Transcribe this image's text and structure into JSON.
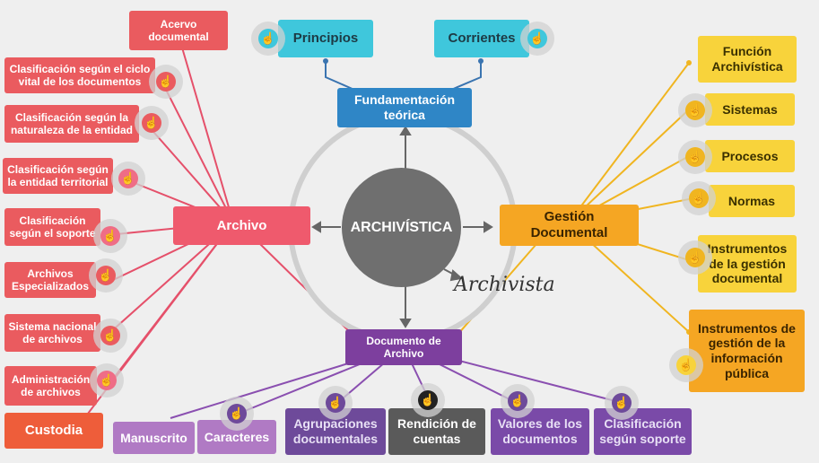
{
  "center": {
    "label": "ARCHIVÍSTICA",
    "annotation": "Archivista"
  },
  "top": {
    "fundamentacion": "Fundamentación\nteórica",
    "principios": "Principios",
    "corrientes": "Corrientes"
  },
  "archivo": {
    "label": "Archivo",
    "items": [
      "Acervo\ndocumental",
      "Clasificación según el ciclo\nvital de los documentos",
      "Clasificación según la\nnaturaleza de la entidad",
      "Clasificación según\nla entidad territorial",
      "Clasificación\nsegún el soporte",
      "Archivos\nEspecializados",
      "Sistema nacional\nde archivos",
      "Administración\nde archivos",
      "Custodia"
    ]
  },
  "gestion": {
    "label": "Gestión\nDocumental",
    "items": [
      "Función\nArchivística",
      "Sistemas",
      "Procesos",
      "Normas",
      "Instrumentos\nde la gestión\ndocumental",
      "Instrumentos de\ngestión de la\ninformación\npública"
    ]
  },
  "documento": {
    "label": "Documento de\nArchivo",
    "items": [
      "Manuscrito",
      "Caracteres",
      "Agrupaciones\ndocumentales",
      "Rendición de\ncuentas",
      "Valores de los\ndocumentos",
      "Clasificación\nsegún soporte"
    ]
  },
  "colors": {
    "archivo": "#ea5b5f",
    "gestion": "#f5a623",
    "gestion_items": "#f8d33b",
    "documento": "#7d3f9e",
    "fundamentacion": "#2f86c6",
    "principios": "#3fc7dc",
    "center": "#6f6f6f"
  },
  "icons": {
    "touch": "hand-pointer-icon"
  }
}
